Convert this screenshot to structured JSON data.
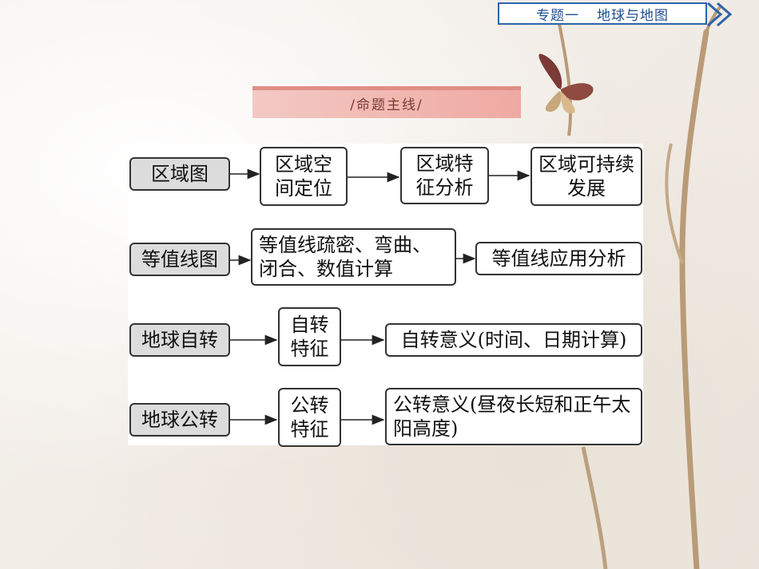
{
  "header": {
    "chapter_label": "专题一",
    "chapter_title": "地球与地图"
  },
  "banner": {
    "title": "/命题主线/"
  },
  "rows": [
    {
      "topic": "区域图",
      "step": "区域空间定位",
      "result": "区域特征分析",
      "final": "区域可持续发展"
    },
    {
      "topic": "等值线图",
      "step": "等值线疏密、弯曲、闭合、数值计算",
      "result": "等值线应用分析"
    },
    {
      "topic": "地球自转",
      "step": "自转特征",
      "result": "自转意义(时间、日期计算)"
    },
    {
      "topic": "地球公转",
      "step": "公转特征",
      "result": "公转意义(昼夜长短和正午太阳高度)"
    }
  ],
  "colors": {
    "tab_border": "#2f63a8",
    "banner": "#efa9a2",
    "topic_fill": "#dcdcdc"
  }
}
